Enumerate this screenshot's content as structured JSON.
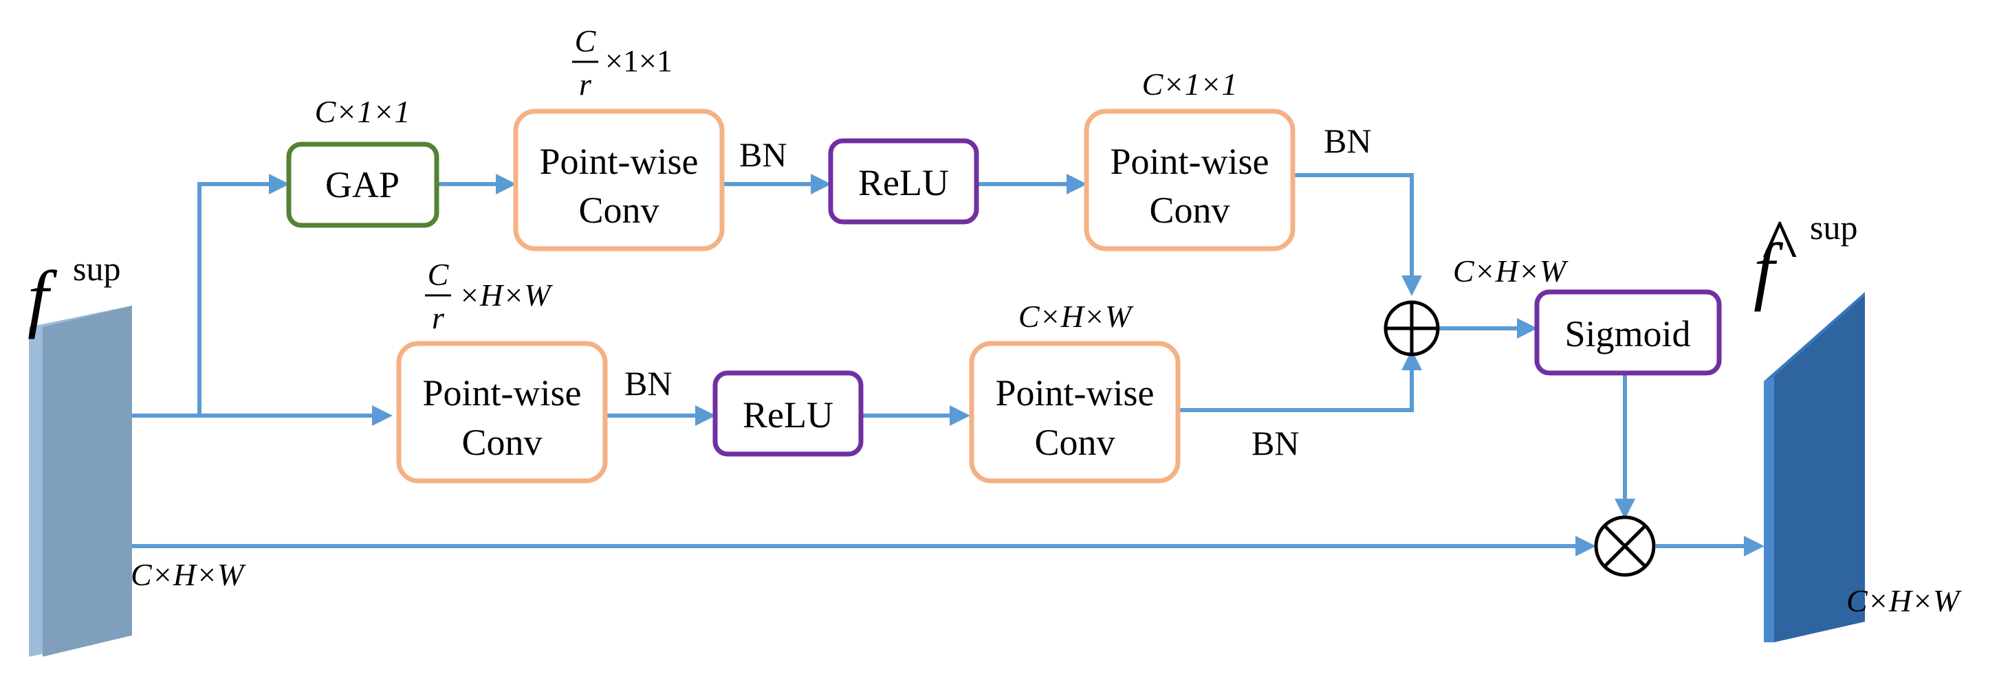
{
  "input": {
    "symbol": "f",
    "superscript": "sup",
    "dim": "C×H×W",
    "color": "#7f9fbc"
  },
  "output": {
    "symbol": "f",
    "hat": "^",
    "superscript": "sup",
    "dim": "C×H×W",
    "color": "#2e64a0"
  },
  "global_branch": {
    "gap": {
      "label": "GAP",
      "dim": "C×1×1",
      "color": "#548235"
    },
    "conv1": {
      "line1": "Point-wise",
      "line2": "Conv",
      "dim_num": "C",
      "dim_den": "r",
      "dim_rest": "×1×1",
      "color": "#f4b183"
    },
    "bn1": "BN",
    "relu": {
      "label": "ReLU",
      "color": "#7030a0"
    },
    "conv2": {
      "line1": "Point-wise",
      "line2": "Conv",
      "dim": "C×1×1"
    },
    "bn2": "BN"
  },
  "local_branch": {
    "conv1": {
      "line1": "Point-wise",
      "line2": "Conv",
      "dim_num": "C",
      "dim_den": "r",
      "dim_rest": "×H×W"
    },
    "bn1": "BN",
    "relu": {
      "label": "ReLU"
    },
    "conv2": {
      "line1": "Point-wise",
      "line2": "Conv",
      "dim": "C×H×W"
    },
    "bn2": "BN"
  },
  "merge": {
    "add_symbol": "⊕",
    "dim": "C×H×W",
    "sigmoid": "Sigmoid",
    "multiply_symbol": "⊗"
  },
  "arrow_color": "#5b9bd5"
}
